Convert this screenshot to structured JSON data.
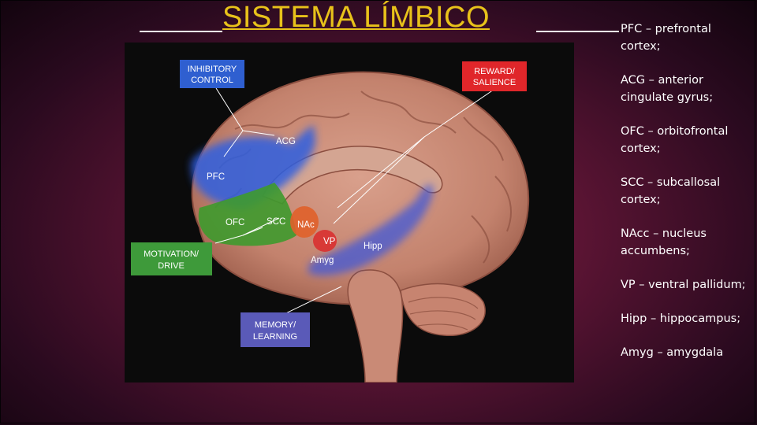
{
  "title": "SISTEMA LÍMBICO",
  "diagram": {
    "boxes": {
      "inhibitory": [
        "INHIBITORY",
        "CONTROL"
      ],
      "reward": [
        "REWARD/",
        "SALIENCE"
      ],
      "motivation": [
        "MOTIVATION/",
        "DRIVE"
      ],
      "memory": [
        "MEMORY/",
        "LEARNING"
      ]
    },
    "regions": {
      "acg": "ACG",
      "pfc": "PFC",
      "ofc": "OFC",
      "scc": "SCC",
      "nac": "NAc",
      "vp": "VP",
      "amyg": "Amyg",
      "hipp": "Hipp"
    },
    "colors": {
      "inhibitory": "#2a55b8",
      "reward": "#d42a2a",
      "motivation": "#3a9a3a",
      "memory": "#5050b0",
      "brain": "#c98a76"
    }
  },
  "legend": [
    "PFC – prefrontal cortex;",
    "ACG – anterior cingulate gyrus;",
    "OFC – orbitofrontal cortex;",
    "SCC – subcallosal cortex;",
    "NAcc – nucleus accumbens;",
    "VP – ventral pallidum;",
    " Hipp – hippocampus;",
    "Amyg – amygdala"
  ]
}
